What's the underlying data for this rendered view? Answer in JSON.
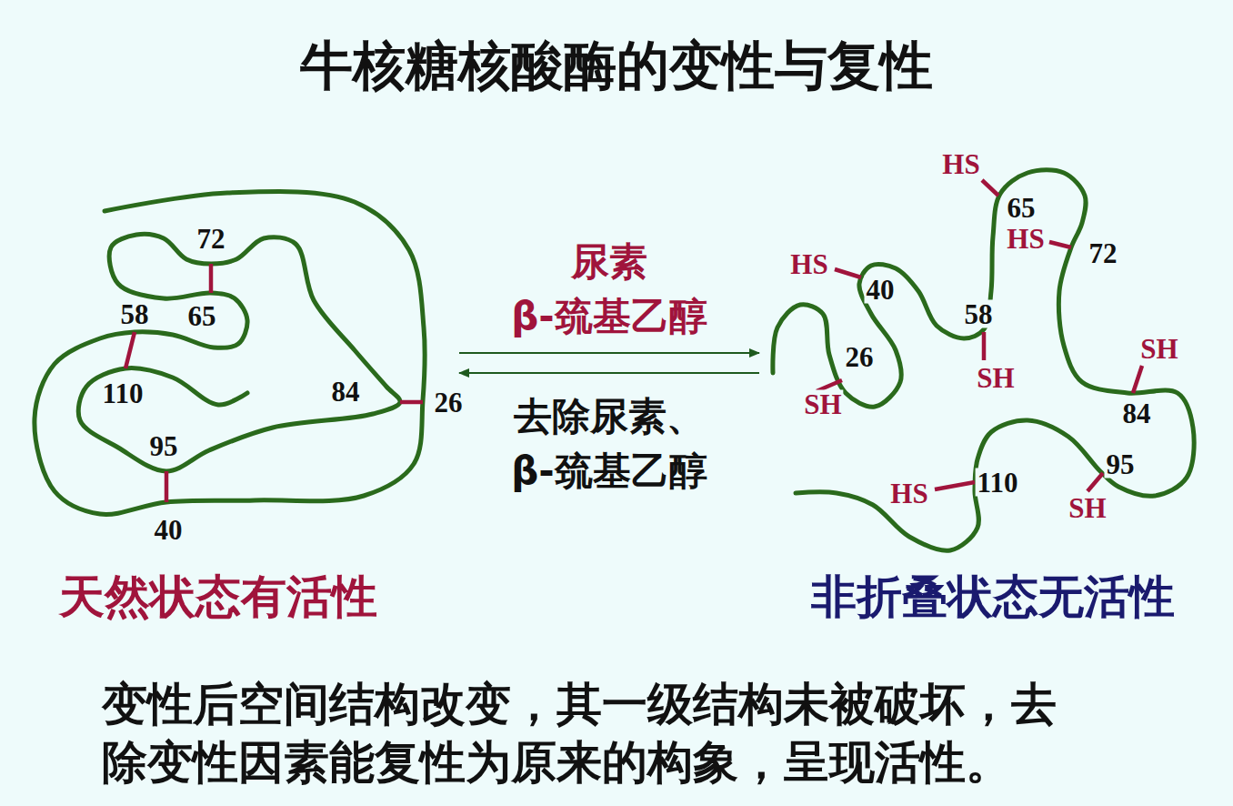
{
  "diagram": {
    "title": "牛核糖核酸酶的变性与复性",
    "caption": "变性后空间结构改变，其一级结构未被破坏，去除变性因素能复性为原来的构象，呈现活性。",
    "nodes": [
      {
        "text": [
          "天然状态有活性"
        ]
      },
      {
        "text": [
          "非折叠状态无活性"
        ]
      }
    ],
    "edges": [
      {
        "from": 0,
        "to": 1,
        "arrow": "to",
        "label": "尿素 β-巯基乙醇"
      },
      {
        "from": 1,
        "to": 0,
        "arrow": "to",
        "label": "去除尿素、 β-巯基乙醇"
      }
    ],
    "labels": [
      "72",
      "65",
      "58",
      "110",
      "84",
      "26",
      "95",
      "40",
      "HS",
      "65",
      "HS",
      "72",
      "HS",
      "40",
      "58",
      "SH",
      "26",
      "SH",
      "SH",
      "84",
      "95",
      "SH",
      "HS",
      "110"
    ]
  }
}
